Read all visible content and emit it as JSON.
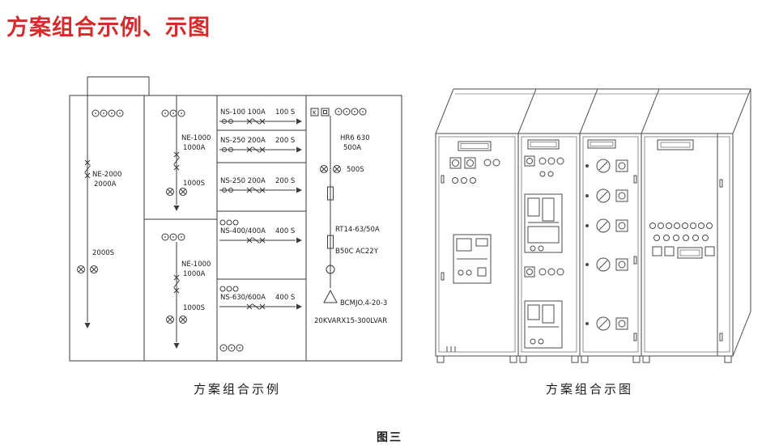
{
  "page": {
    "title": "方案组合示例、示图",
    "figure_label": "图三"
  },
  "captions": {
    "left": "方案组合示例",
    "right": "方案组合示图"
  },
  "colors": {
    "title_red": "#d42b2b",
    "line_gray": "#3a3a3a"
  },
  "schematic": {
    "incomer": {
      "model": "NE-2000",
      "amps": "2000A",
      "switch": "2000S"
    },
    "section_upper": {
      "model": "NE-1000",
      "amps": "1000A",
      "switch": "1000S"
    },
    "section_lower": {
      "model": "NE-1000",
      "amps": "1000A",
      "switch": "1000S"
    },
    "branches": [
      {
        "label": "NS-100  100A",
        "switch": "100 S"
      },
      {
        "label": "NS-250  200A",
        "switch": "200 S"
      },
      {
        "label": "NS-250  200A",
        "switch": "200 S"
      },
      {
        "label": "NS-400/400A",
        "switch": "400 S"
      },
      {
        "label": "NS-630/600A",
        "switch": "400 S"
      }
    ],
    "compensation": {
      "meter_k": "K",
      "fuse_model": "HR6 630",
      "fuse_amps": "500A",
      "switch": "500S",
      "fuse2": "RT14-63/50A",
      "contactor": "B50C  AC22Y",
      "capacitor": "BCMJO.4-20-3",
      "bank_rating": "20KVARX15-300LVAR"
    }
  }
}
